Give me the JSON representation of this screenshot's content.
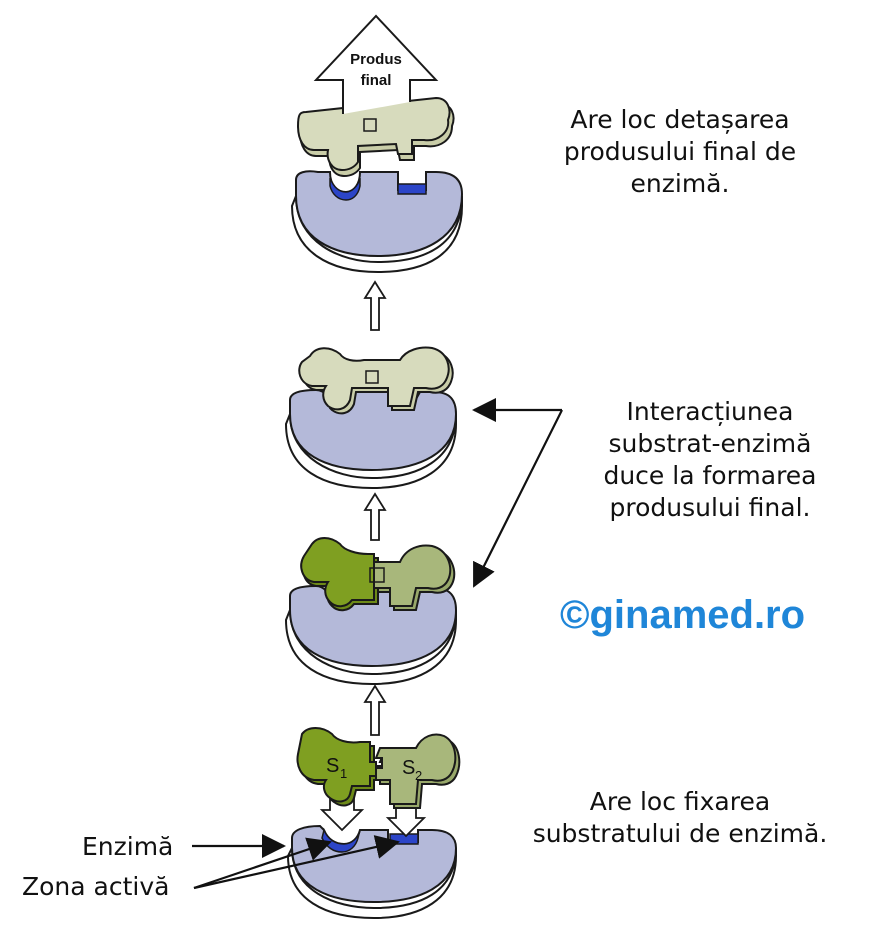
{
  "captions": {
    "detachment": [
      "Are loc detașarea",
      "produsului final de",
      "enzimă."
    ],
    "interaction": [
      "Interacțiunea",
      "substrat-enzimă",
      "duce la formarea",
      "produsului final."
    ],
    "fixation": [
      "Are loc fixarea",
      "substratului de enzimă."
    ]
  },
  "labels": {
    "enzyme": "Enzimă",
    "active_site": "Zona activă",
    "final_product_line1": "Produs",
    "final_product_line2": "final",
    "substrate1_letter": "S",
    "substrate1_sub": "1",
    "substrate2_letter": "S",
    "substrate2_sub": "2"
  },
  "watermark": "©ginamed.ro",
  "colors": {
    "enzyme_body": "#b4b9d9",
    "enzyme_shadow": "#ffffff",
    "active_site": "#2c45c8",
    "product": "#d7dbbd",
    "substrate1": "#7f9f21",
    "substrate2": "#a8b77b",
    "watermark": "#1f86d8",
    "outline": "#1a1a1a"
  }
}
